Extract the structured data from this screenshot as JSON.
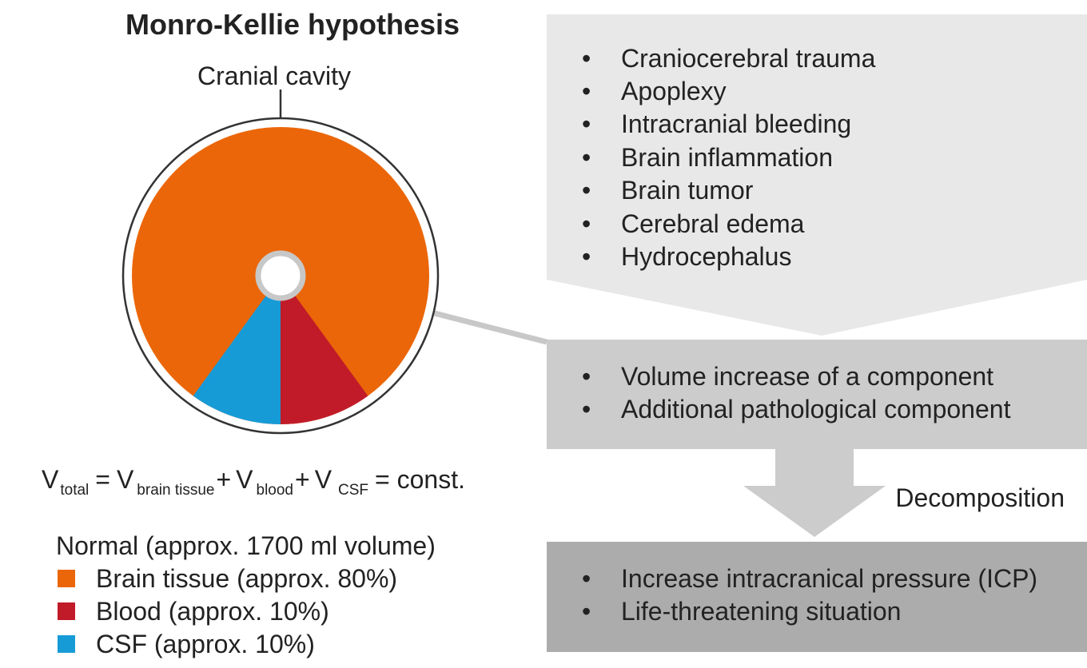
{
  "title": "Monro-Kellie hypothesis",
  "cavity_label": "Cranial cavity",
  "colors": {
    "brain_tissue": "#eb6608",
    "blood": "#c11b29",
    "csf": "#179bd7",
    "box_light": "#e8e8e8",
    "box_mid": "#cccccc",
    "box_dark": "#acacac",
    "connector": "#c8c8c8"
  },
  "composition": {
    "brain_tissue_pct": 80,
    "blood_pct": 10,
    "csf_pct": 10
  },
  "causes_box": {
    "bullet_glyph": "•",
    "items": [
      "Craniocerebral trauma",
      "Apoplexy",
      "Intracranial bleeding",
      "Brain inflammation",
      "Brain tumor",
      "Cerebral edema",
      "Hydrocephalus"
    ]
  },
  "mechanism_box": {
    "items": [
      "Volume increase of a component",
      "Additional pathological component"
    ]
  },
  "arrow_label": "Decomposition",
  "outcome_box": {
    "items": [
      "Increase intracranical pressure (ICP)",
      "Life-threatening situation"
    ]
  },
  "equation": {
    "v": "V",
    "eq": "=",
    "plus": "+",
    "total_sub": "total",
    "brain_sub": "brain tissue",
    "blood_sub": "blood",
    "csf_sub": "CSF",
    "const": "= const."
  },
  "legend": {
    "heading": "Normal (approx. 1700 ml volume)",
    "items": [
      {
        "label": "Brain tissue (approx. 80%)",
        "color": "#eb6608"
      },
      {
        "label": "Blood (approx. 10%)",
        "color": "#c11b29"
      },
      {
        "label": "CSF (approx. 10%)",
        "color": "#179bd7"
      }
    ]
  }
}
